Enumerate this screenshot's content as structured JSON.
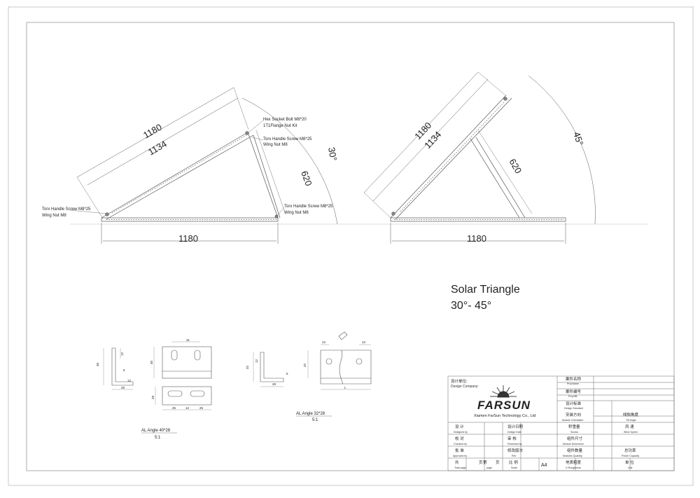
{
  "drawing": {
    "left_triangle": {
      "panel_outer": "1180",
      "panel_inner": "1134",
      "leg": "620",
      "base": "1180",
      "angle": "30°",
      "notes": {
        "hex_bolt": "Hex Socket Bolt M8*20",
        "flange_kit": "1T1Flange Nut Kit",
        "torx_top_1": "Torx Handle Screw M8*25",
        "wing_top": "Wing Nut M8",
        "torx_left": "Torx Handle Screw M8*25",
        "wing_left": "Wing Nut M8",
        "torx_right": "Torx Handle Screw M8*25",
        "wing_right": "Wing Nut M8"
      }
    },
    "right_triangle": {
      "panel_outer": "1180",
      "panel_inner": "1134",
      "leg": "620",
      "base": "1180",
      "angle": "45°"
    },
    "title": {
      "line1": "Solar Triangle",
      "line2": "30°- 45°"
    },
    "details": {
      "al40": {
        "label": "AL Angle 40*28",
        "scale": "5:1",
        "dims": {
          "h": "40",
          "slot": "12",
          "t": "5",
          "w": "12",
          "base": "28",
          "d31": "31",
          "d40b": "40",
          "s25a": "25",
          "s12": "12",
          "s25b": "25",
          "d28": "28"
        }
      },
      "al32": {
        "label": "AL Angle 32*28",
        "scale": "5:1",
        "dims": {
          "h": "32",
          "slot": "12",
          "t": "5",
          "base": "28",
          "d12a": "12",
          "d12b": "12",
          "s32": "32",
          "L": "L"
        }
      }
    },
    "title_block": {
      "design_company_cn": "设计单位:",
      "design_company_en": "Design Company:",
      "logo": "FARSUN",
      "company": "Xiamen FarSun Technology Co., Ltd",
      "rows": [
        {
          "cn": "案件名称",
          "en": "Proj Name"
        },
        {
          "cn": "案件编号",
          "en": "Proj NB."
        },
        {
          "cn": "设计标准",
          "en": "Design Standard"
        },
        {
          "cn": "安装方向",
          "en": "Module Orientation"
        }
      ],
      "tilt_cn": "倾斜角度",
      "tilt_en": "Tilt Angle",
      "grid": [
        [
          {
            "cn": "设  计",
            "en": "Designed by"
          },
          {
            "cn": "设计日期",
            "en": "Design Date"
          },
          {
            "cn": "积雪量",
            "en": "Snows"
          },
          {
            "cn": "风  速",
            "en": "Wind Speed"
          }
        ],
        [
          {
            "cn": "校  对",
            "en": "Checked by"
          },
          {
            "cn": "审  核",
            "en": "Reviewed by"
          },
          {
            "cn": "组件尺寸",
            "en": "Module Dimension"
          },
          {
            "cn": "",
            "en": ""
          }
        ],
        [
          {
            "cn": "批  准",
            "en": "Approved by"
          },
          {
            "cn": "修改版次",
            "en": "Rev"
          },
          {
            "cn": "组件数量",
            "en": "Modules Quantity"
          },
          {
            "cn": "总功率",
            "en": "Power Capacity"
          }
        ]
      ],
      "bottom": {
        "total_cn": "共",
        "page_cn": "页",
        "total_en": "Total page",
        "num_cn": "第",
        "num_page_cn": "页",
        "num_en": "page",
        "scale_cn": "比  例",
        "scale_en": "Scale",
        "paper": "A4",
        "rough_cn": "地表粗度",
        "rough_en": "G.Roughness",
        "unit_cn": "单  位",
        "unit_en": "Unit"
      }
    }
  }
}
